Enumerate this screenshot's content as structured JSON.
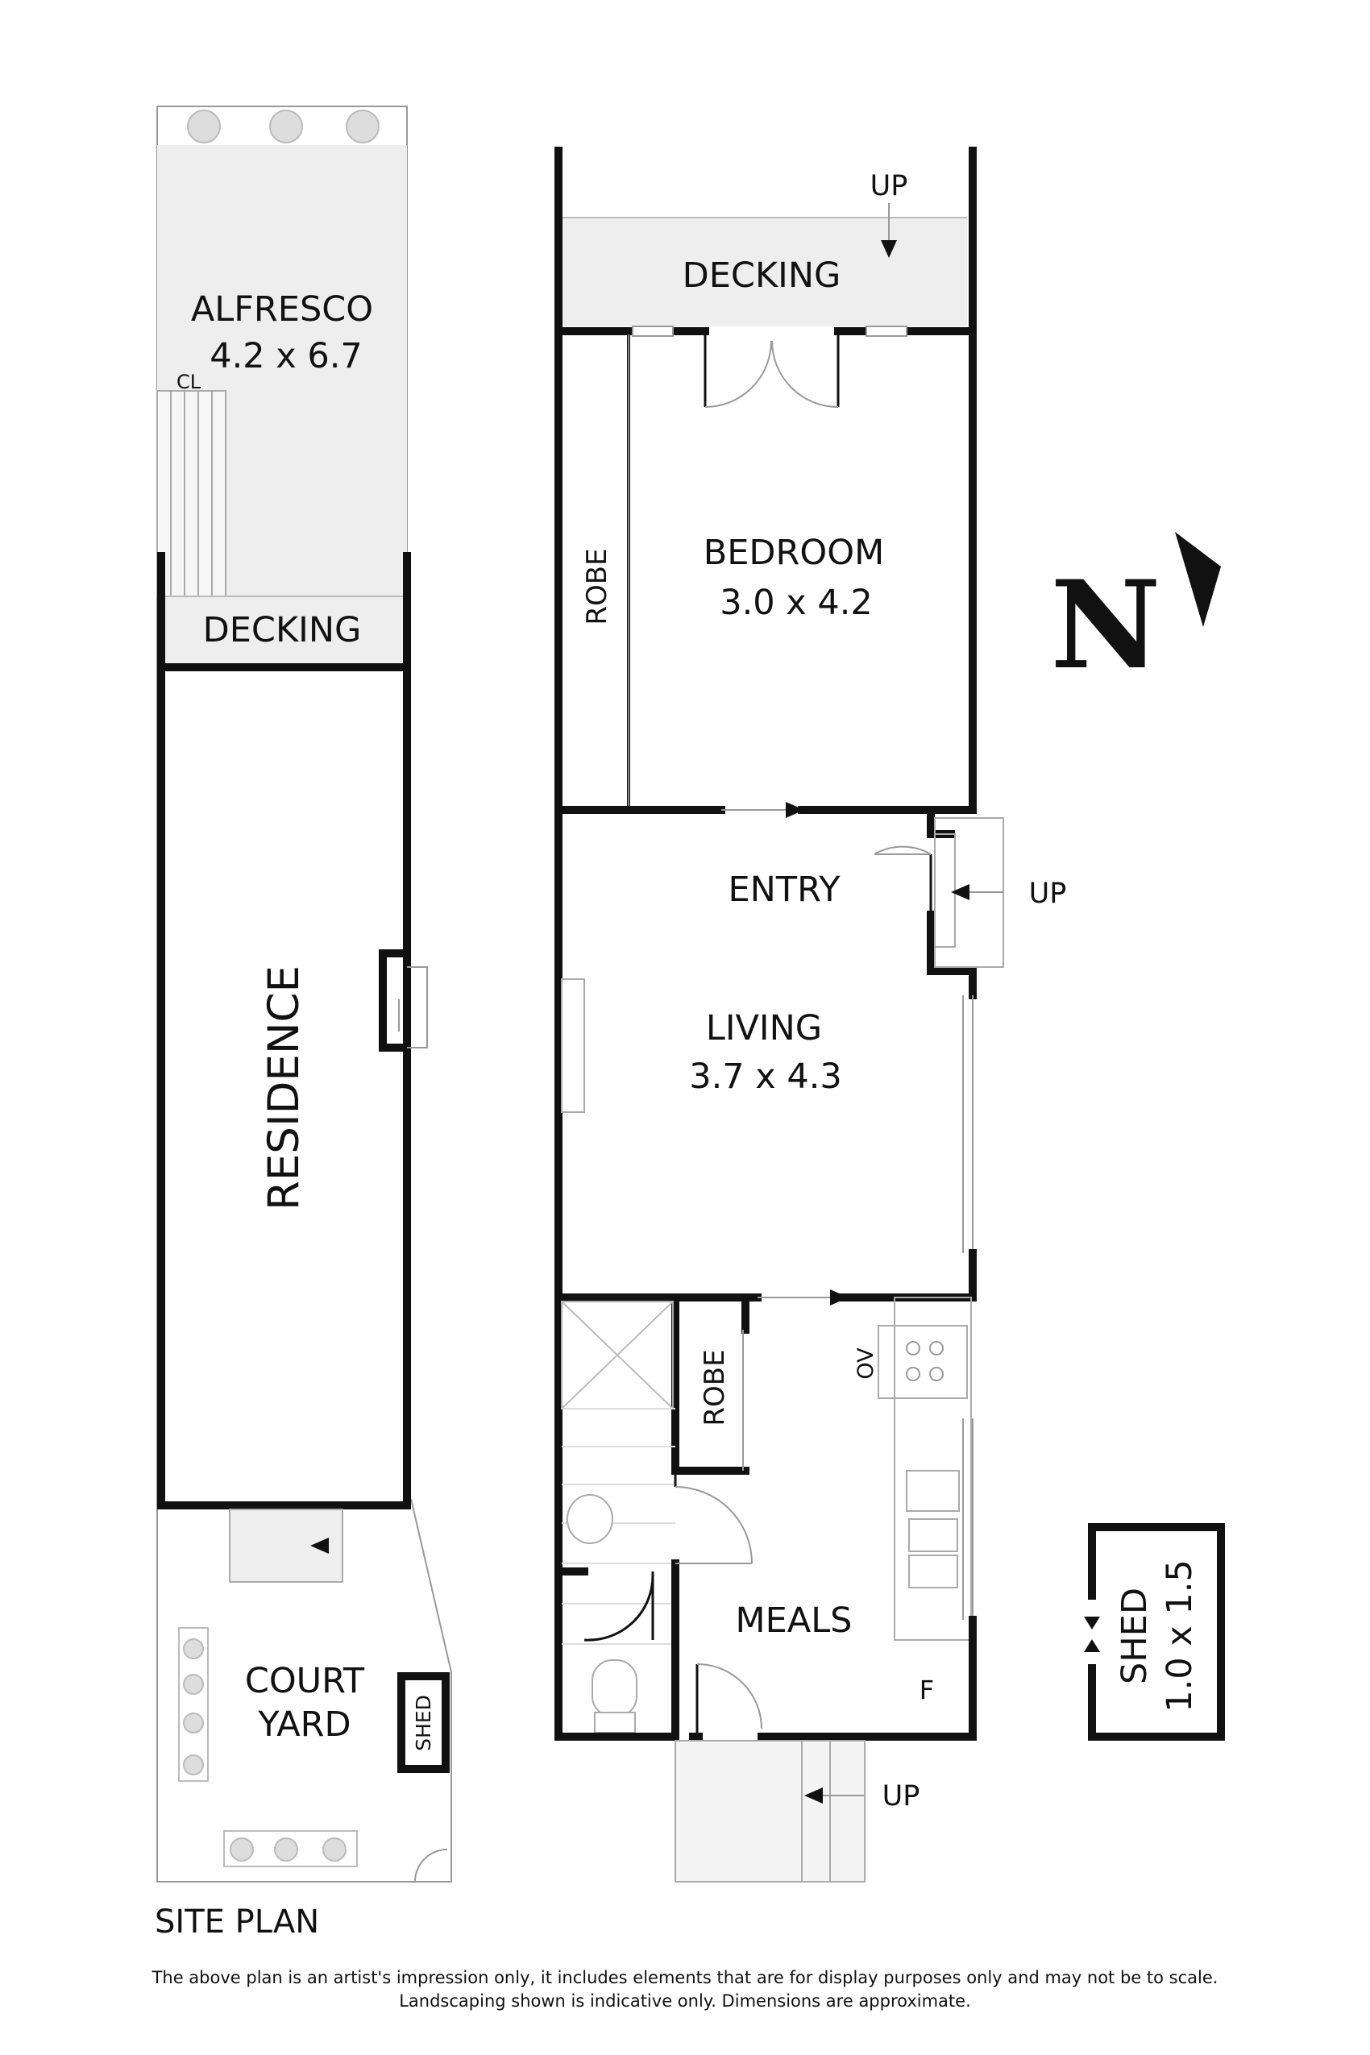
{
  "site_plan": {
    "title": "SITE PLAN",
    "alfresco": {
      "name": "ALFRESCO",
      "dims": "4.2 x 6.7",
      "cl": "CL"
    },
    "decking": "DECKING",
    "residence": "RESIDENCE",
    "courtyard": {
      "line1": "COURT",
      "line2": "YARD"
    },
    "shed": "SHED"
  },
  "floor_plan": {
    "decking": "DECKING",
    "decking_up": "UP",
    "bedroom": {
      "name": "BEDROOM",
      "dims": "3.0 x 4.2"
    },
    "robe_bedroom": "ROBE",
    "entry": "ENTRY",
    "entry_up": "UP",
    "living": {
      "name": "LIVING",
      "dims": "3.7 x 4.3"
    },
    "robe_meals": "ROBE",
    "oven": "OV",
    "meals": "MEALS",
    "fridge": "F",
    "rear_up": "UP"
  },
  "shed": {
    "name": "SHED",
    "dims": "1.0 x 1.5"
  },
  "compass": {
    "letter": "N"
  },
  "disclaimer": {
    "line1": "The above plan is an artist's impression only, it includes elements that are for display purposes only and may not be to scale.",
    "line2": "Landscaping shown is indicative only. Dimensions are approximate."
  }
}
